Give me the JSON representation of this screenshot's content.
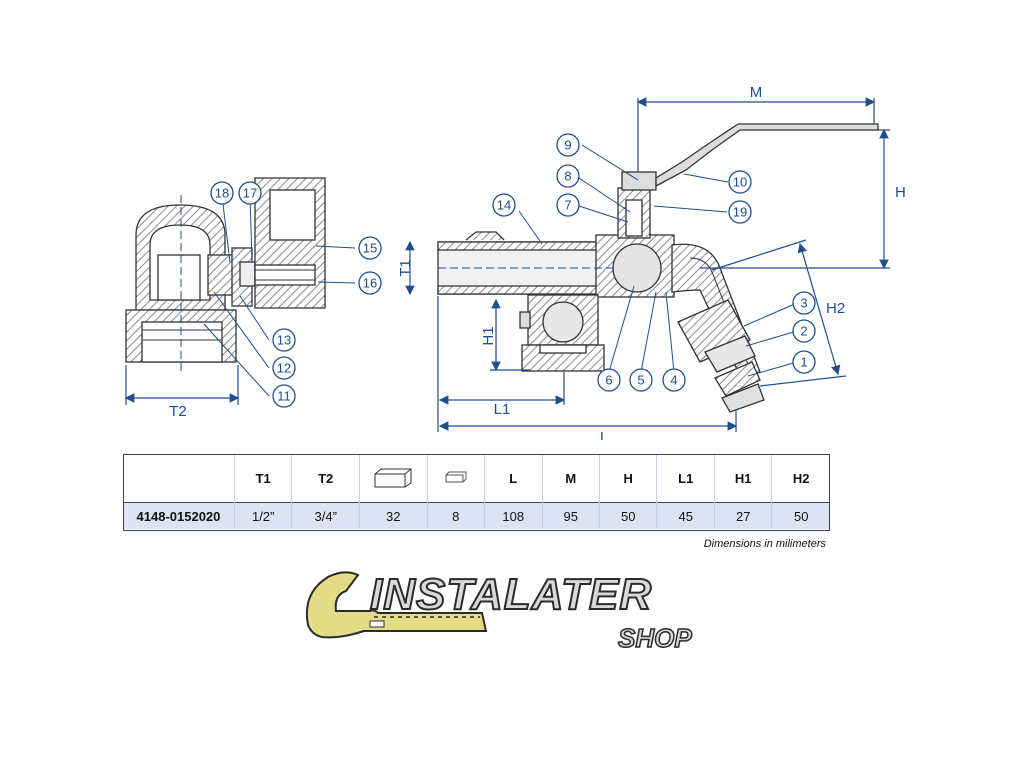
{
  "drawing": {
    "callouts": [
      "1",
      "2",
      "3",
      "4",
      "5",
      "6",
      "7",
      "8",
      "9",
      "10",
      "11",
      "12",
      "13",
      "14",
      "15",
      "16",
      "17",
      "18",
      "19"
    ],
    "dimensions": {
      "T1": "T1",
      "T2": "T2",
      "L": "L",
      "L1": "L1",
      "M": "M",
      "H": "H",
      "H1": "H1",
      "H2": "H2"
    },
    "colors": {
      "callout": "#1f4e8c",
      "body": "#333333",
      "hatch": "#777777"
    }
  },
  "table": {
    "headers": [
      "",
      "T1",
      "T2",
      "wrench-icon-large",
      "wrench-icon-small",
      "L",
      "M",
      "H",
      "L1",
      "H1",
      "H2"
    ],
    "row": [
      "4148-0152020",
      "1/2”",
      "3/4”",
      "32",
      "8",
      "108",
      "95",
      "50",
      "45",
      "27",
      "50"
    ],
    "note": "Dimensions in milimeters",
    "colors": {
      "row_bg": "#dde3f2",
      "border": "#3c4256"
    }
  },
  "logo": {
    "main": "INSTALATER",
    "sub": "SHOP",
    "colors": {
      "wrench": "#e2dc86",
      "text": "#d9d9d9",
      "outline": "#2b2b2b"
    }
  }
}
